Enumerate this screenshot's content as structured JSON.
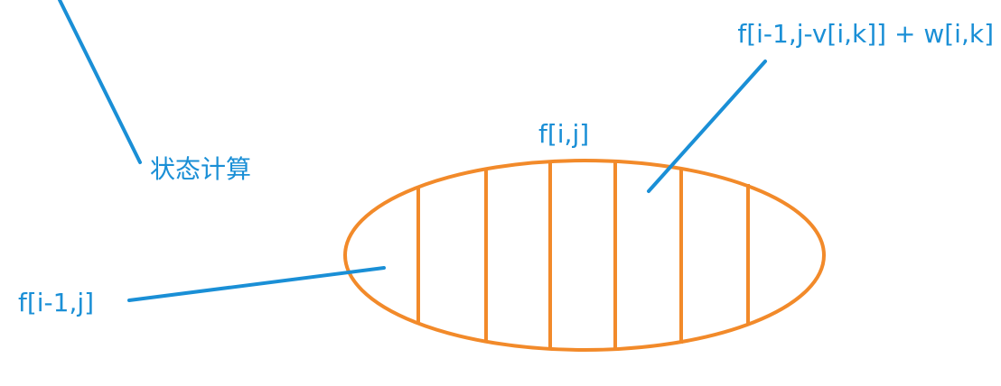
{
  "colors": {
    "annotation": "#1a8fd6",
    "ellipse": "#f28a2a",
    "background": "#ffffff"
  },
  "labels": {
    "state_computation": "状态计算",
    "f_ij": "f[i,j]",
    "f_i_minus_1_j": "f[i-1,j]",
    "f_with_k": "f[i-1,j-v[i,k]] + w[i,k]"
  }
}
